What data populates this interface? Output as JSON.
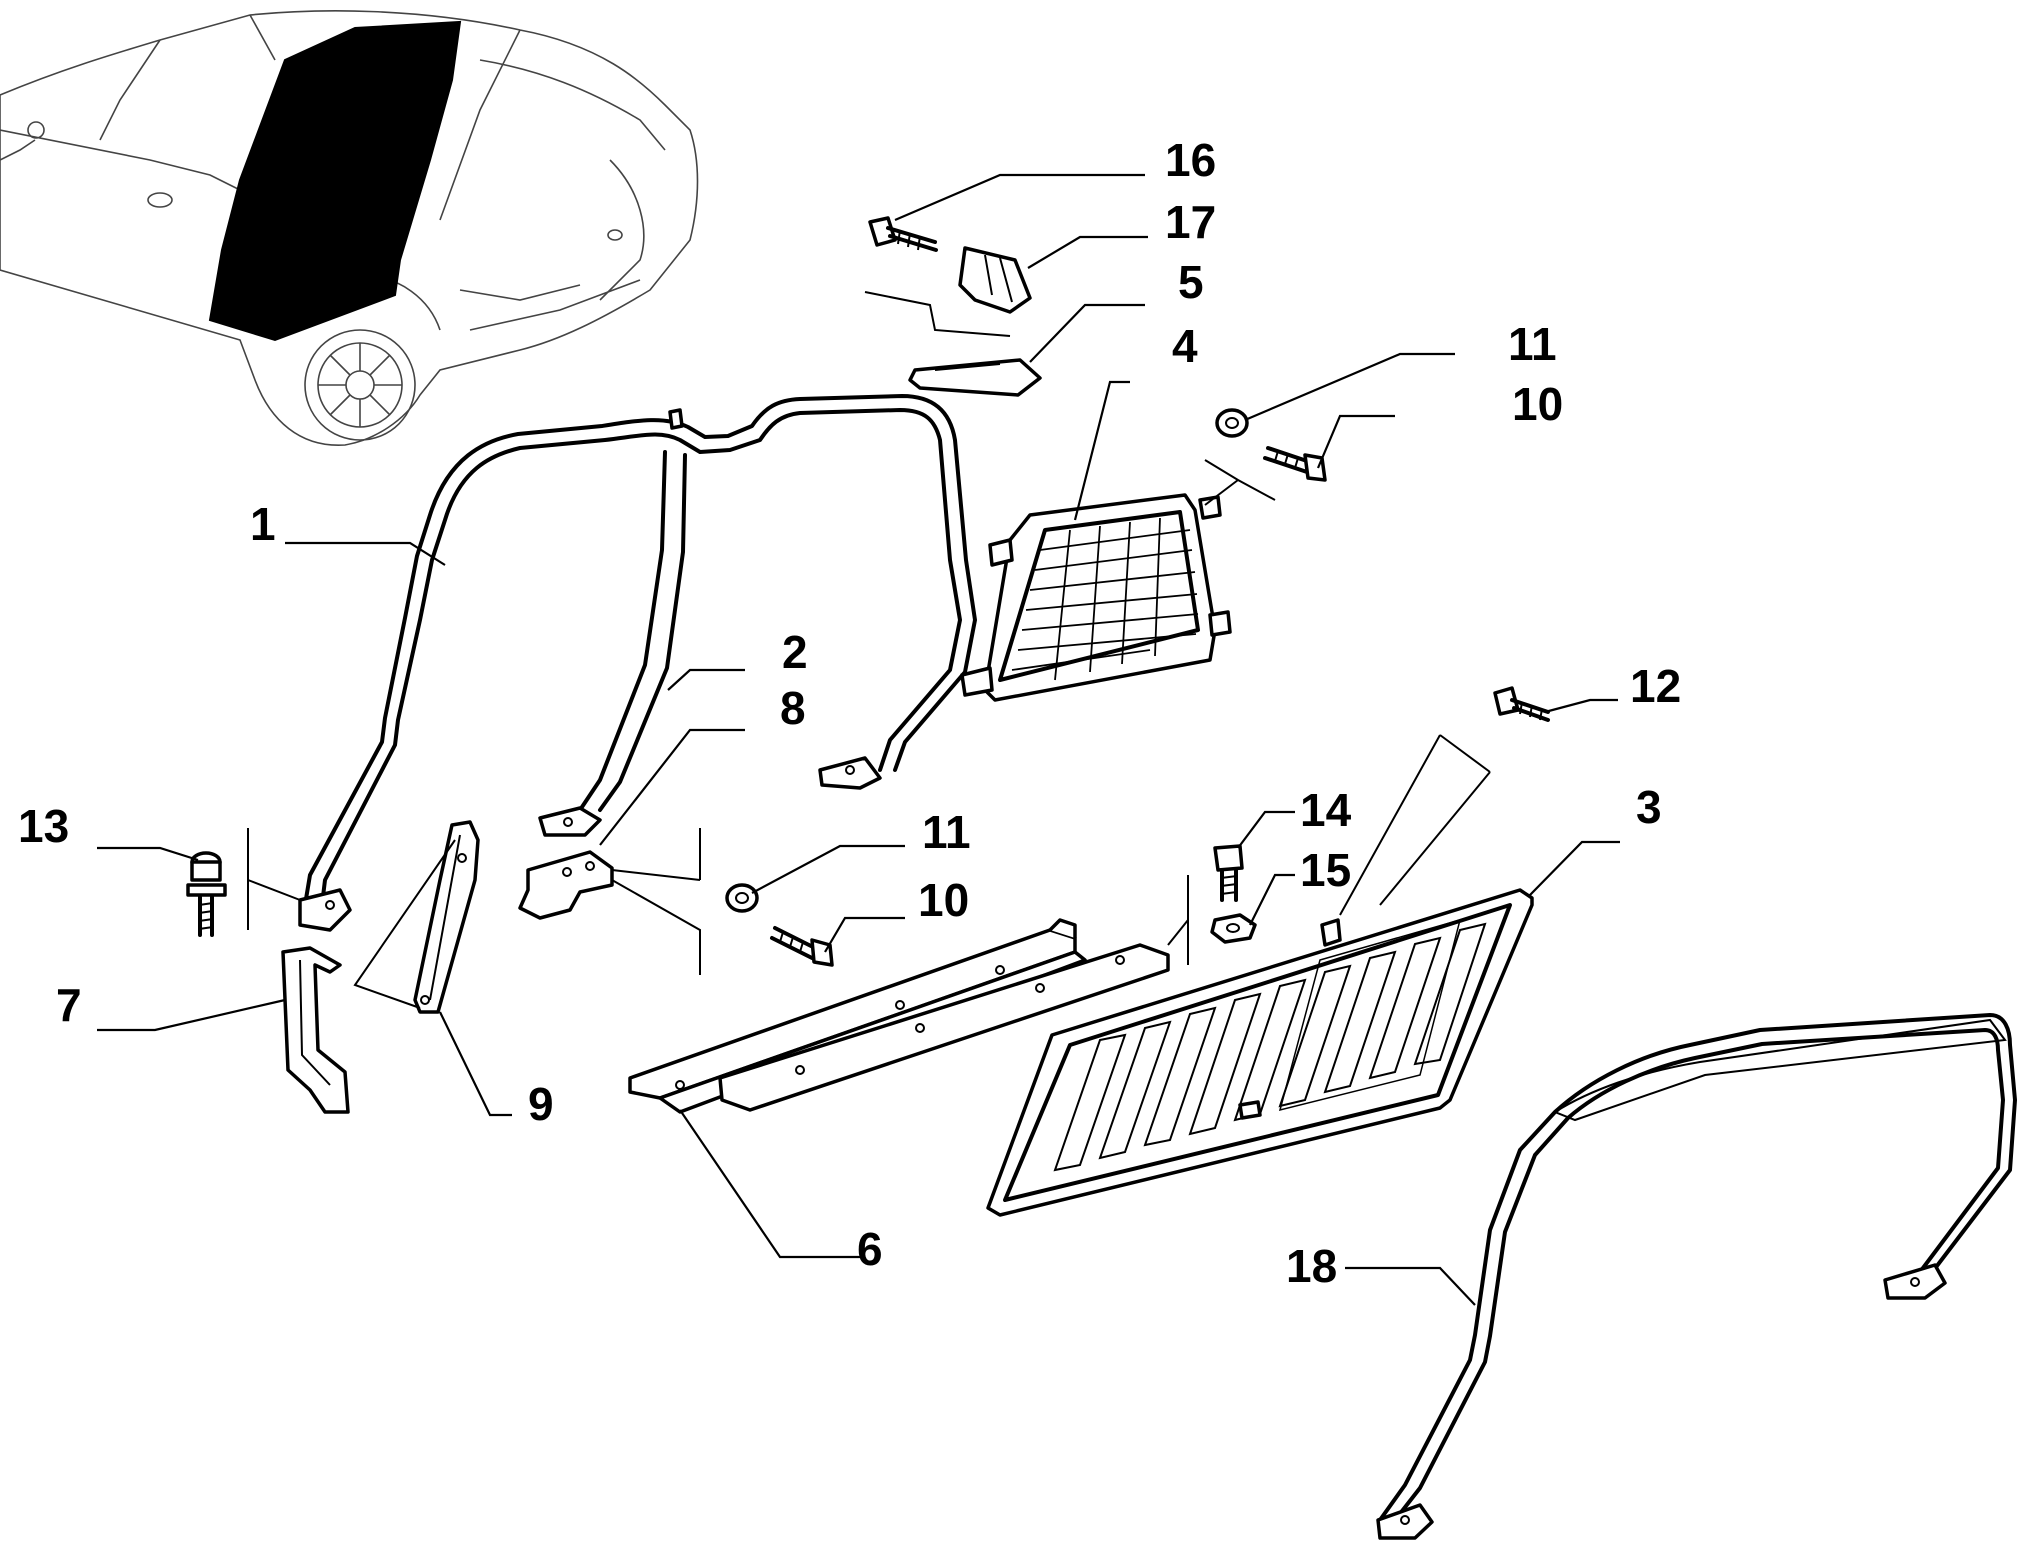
{
  "diagram": {
    "colors": {
      "ink": "#000000",
      "background": "#ffffff",
      "car_outline": "#444444",
      "highlight_panel": "#000000"
    },
    "callouts": [
      {
        "id": "c1",
        "label": "1"
      },
      {
        "id": "c2",
        "label": "2"
      },
      {
        "id": "c3",
        "label": "3"
      },
      {
        "id": "c4",
        "label": "4"
      },
      {
        "id": "c5",
        "label": "5"
      },
      {
        "id": "c6",
        "label": "6"
      },
      {
        "id": "c7",
        "label": "7"
      },
      {
        "id": "c8",
        "label": "8"
      },
      {
        "id": "c9",
        "label": "9"
      },
      {
        "id": "c10a",
        "label": "10"
      },
      {
        "id": "c10b",
        "label": "10"
      },
      {
        "id": "c11a",
        "label": "11"
      },
      {
        "id": "c11b",
        "label": "11"
      },
      {
        "id": "c12",
        "label": "12"
      },
      {
        "id": "c13",
        "label": "13"
      },
      {
        "id": "c14",
        "label": "14"
      },
      {
        "id": "c15",
        "label": "15"
      },
      {
        "id": "c16",
        "label": "16"
      },
      {
        "id": "c17",
        "label": "17"
      },
      {
        "id": "c18",
        "label": "18"
      }
    ]
  }
}
